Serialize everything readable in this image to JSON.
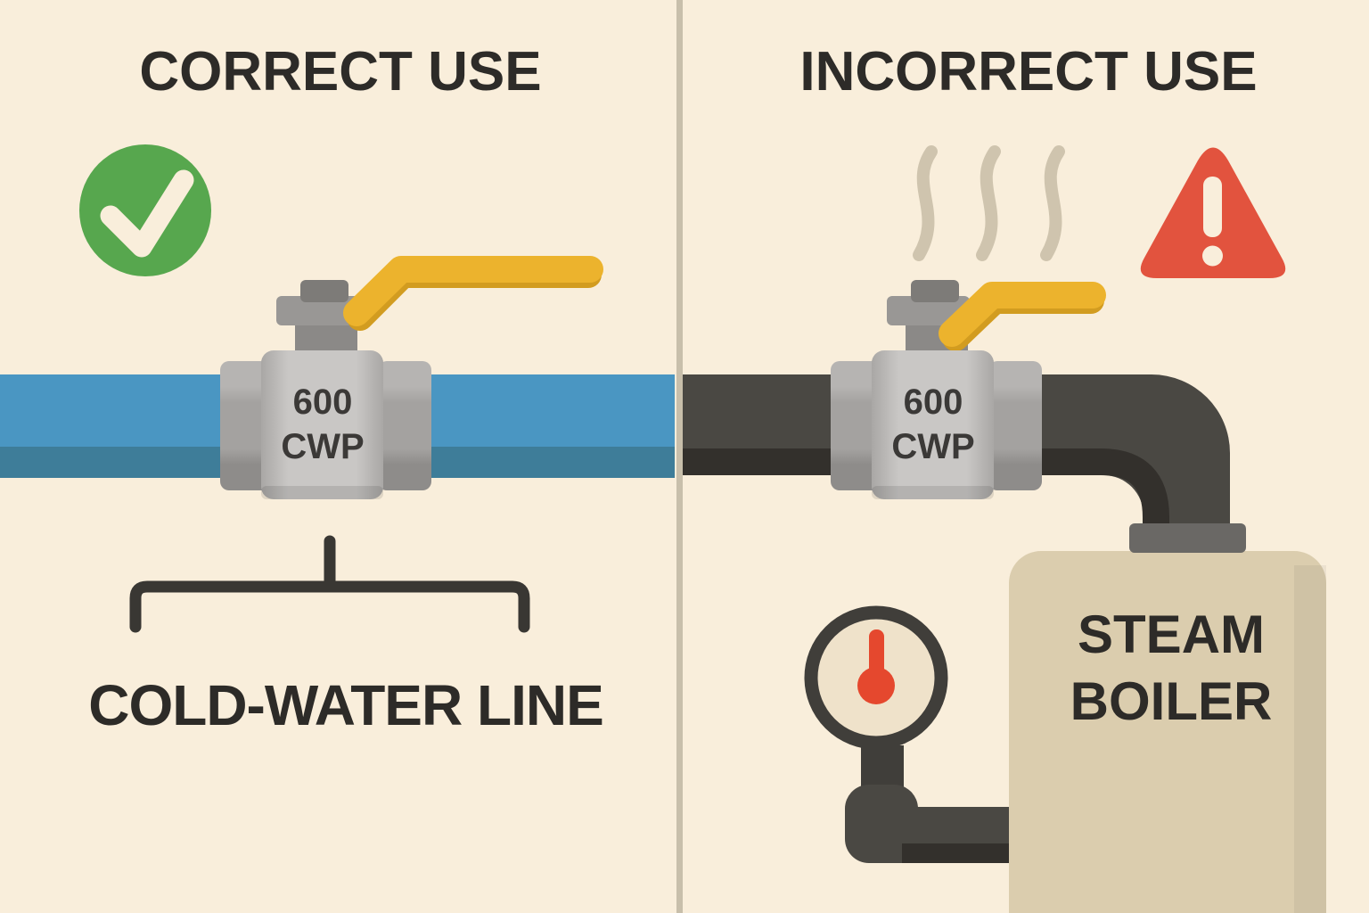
{
  "infographic": {
    "panels": {
      "left": {
        "title": "CORRECT USE",
        "status_icon": "check-circle-icon",
        "valve": {
          "rating_line1": "600",
          "rating_line2": "CWP"
        },
        "caption": "COLD-WATER LINE"
      },
      "right": {
        "title": "INCORRECT USE",
        "status_icon": "warning-triangle-icon",
        "valve": {
          "rating_line1": "600",
          "rating_line2": "CWP"
        },
        "boiler_label_line1": "STEAM",
        "boiler_label_line2": "BOILER"
      }
    },
    "icons": {
      "check": "check-circle-icon",
      "warning": "warning-triangle-icon",
      "steam": "steam-wavy-lines-icon",
      "gauge": "pressure-gauge-icon",
      "valve": "ball-valve-with-lever-handle",
      "bracket": "pointer-bracket"
    },
    "colors": {
      "background": "#f9eedb",
      "divider": "#c8bfab",
      "title_text": "#2d2b28",
      "label_text": "#3b3937",
      "pipe_blue": "#4a96c2",
      "pipe_blue_shade": "#3e7d99",
      "pipe_dark": "#4a4843",
      "pipe_dark_shade": "#33302c",
      "collar_gray": "#6a6865",
      "boiler_tan": "#dbcdae",
      "gauge_ring": "#403e3a",
      "gauge_face": "#efe2ca",
      "gauge_needle_red": "#e5482e",
      "handle_yellow": "#ecb32d",
      "handle_yellow_shade": "#d29c20",
      "check_green": "#57a74e",
      "warning_red": "#e2533e",
      "steam_taupe": "#cfc4ae",
      "bracket_dark": "#393733"
    }
  }
}
